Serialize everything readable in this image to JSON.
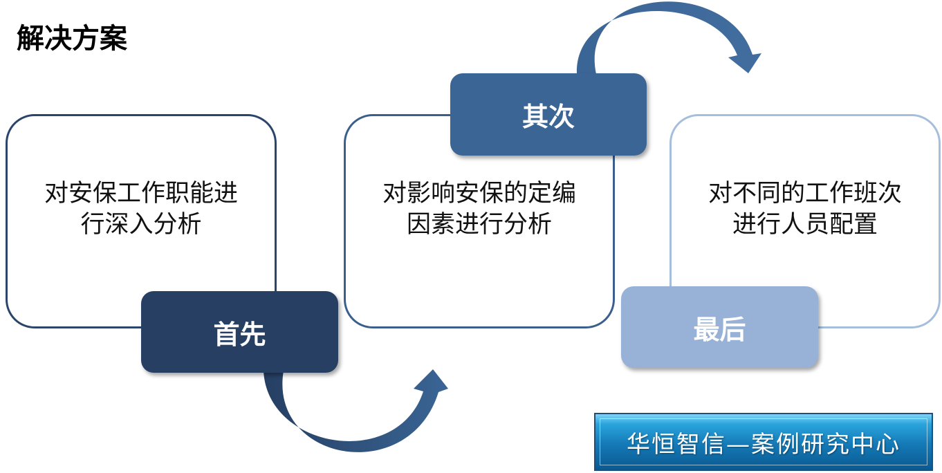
{
  "title": "解决方案",
  "steps": [
    {
      "tag": "首先",
      "text_line1": "对安保工作职能进",
      "text_line2": "行深入分析"
    },
    {
      "tag": "其次",
      "text_line1": "对影响安保的定编",
      "text_line2": "因素进行分析"
    },
    {
      "tag": "最后",
      "text_line1": "对不同的工作班次",
      "text_line2": "进行人员配置"
    }
  ],
  "footer": "华恒智信—案例研究中心",
  "colors": {
    "step1": "#263f63",
    "step2": "#3a6595",
    "step3": "#97b2d6",
    "border1": "#2a446a",
    "border2": "#3b5f8d",
    "border3": "#a5bedc"
  }
}
